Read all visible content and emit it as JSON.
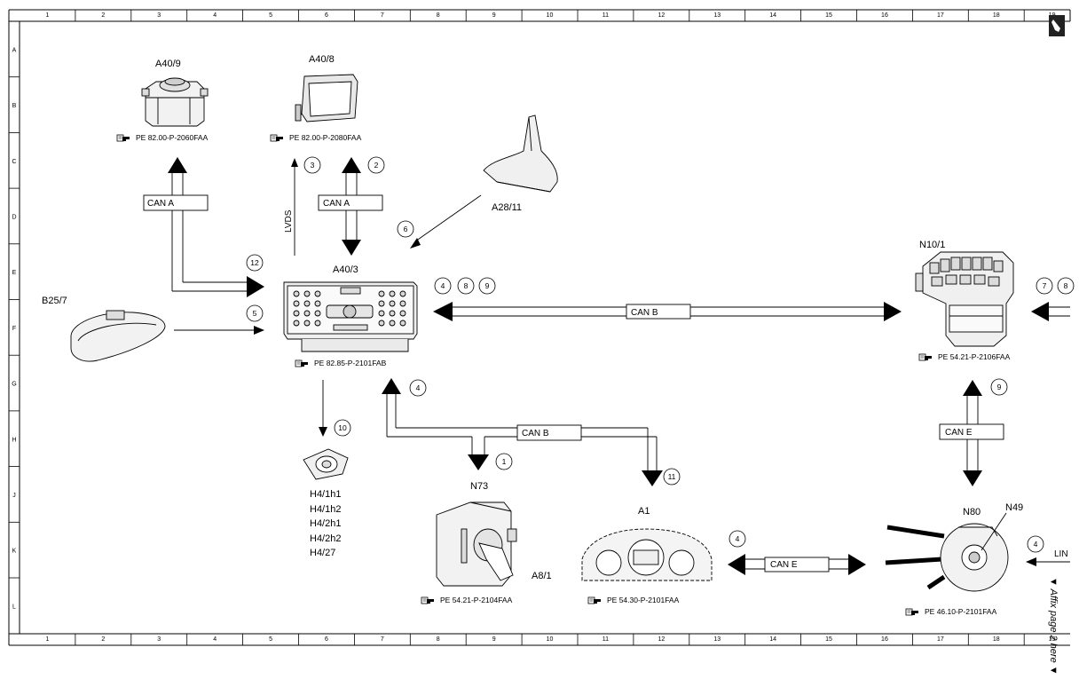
{
  "ruler": {
    "columns": [
      "1",
      "2",
      "3",
      "4",
      "5",
      "6",
      "7",
      "8",
      "9",
      "10",
      "11",
      "12",
      "13",
      "14",
      "15",
      "16",
      "17",
      "18",
      "19"
    ],
    "rows": [
      "A",
      "B",
      "C",
      "D",
      "E",
      "F",
      "G",
      "H",
      "J",
      "K",
      "L"
    ]
  },
  "components": {
    "a40_9": {
      "id": "A40/9",
      "ref": "PE 82.00-P-2060FAA"
    },
    "a40_8": {
      "id": "A40/8",
      "ref": "PE 82.00-P-2080FAA"
    },
    "a28_11": {
      "id": "A28/11"
    },
    "a40_3": {
      "id": "A40/3",
      "ref": "PE 82.85-P-2101FAB"
    },
    "b25_7": {
      "id": "B25/7"
    },
    "n10_1": {
      "id": "N10/1",
      "ref": "PE 54.21-P-2106FAA"
    },
    "h4": {
      "ids": [
        "H4/1h1",
        "H4/1h2",
        "H4/2h1",
        "H4/2h2",
        "H4/27"
      ]
    },
    "n73": {
      "id": "N73"
    },
    "a8_1": {
      "id": "A8/1",
      "ref": "PE 54.21-P-2104FAA"
    },
    "a1": {
      "id": "A1",
      "ref": "PE 54.30-P-2101FAA"
    },
    "n80": {
      "id": "N80",
      "ref": "PE 46.10-P-2101FAA"
    },
    "n49": {
      "id": "N49"
    }
  },
  "buses": {
    "can_a_left": "CAN A",
    "can_a_right": "CAN A",
    "lvds": "LVDS",
    "can_b_main": "CAN B",
    "can_b_lower": "CAN B",
    "can_e_right": "CAN E",
    "can_e_lower": "CAN E",
    "lin": "LIN"
  },
  "markers": {
    "m12": "12",
    "m5": "5",
    "m3": "3",
    "m2": "2",
    "m6": "6",
    "m4a": "4",
    "m8a": "8",
    "m9a": "9",
    "m7b": "7",
    "m8b": "8",
    "m4b": "4",
    "m10": "10",
    "m1": "1",
    "m11": "11",
    "m9b": "9",
    "m4c": "4",
    "m4d": "4"
  },
  "affix_note": "▼ Affix page 2 here ▼",
  "icons": [
    "book-pointer-icon",
    "pencil-icon"
  ]
}
